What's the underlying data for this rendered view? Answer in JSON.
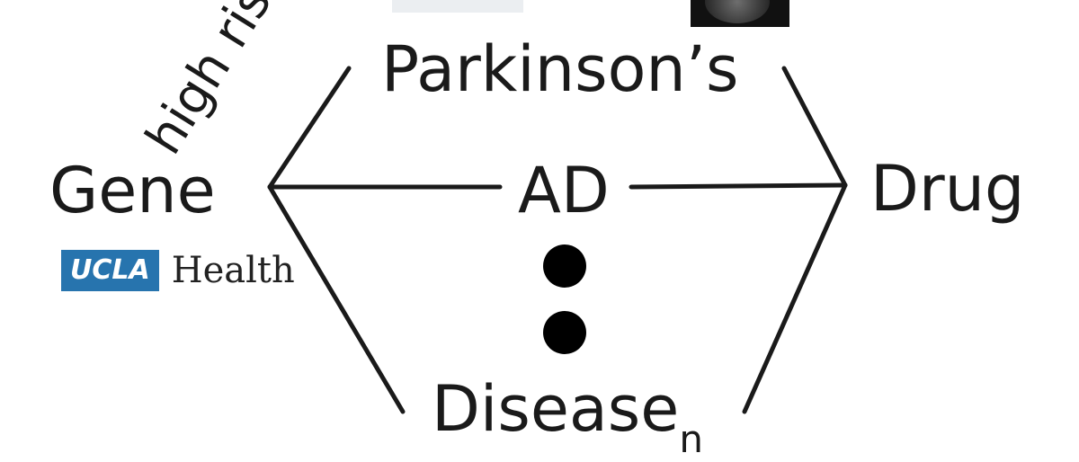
{
  "nodes": {
    "parkinsons": "Parkinson’s",
    "gene": "Gene",
    "ad": "AD",
    "drug": "Drug",
    "disease": "Disease",
    "disease_subscript": "n"
  },
  "edge_label": "high ris",
  "logo": {
    "badge_text": "UCLA",
    "word_text": "Health",
    "badge_color": "#2774ae"
  },
  "line_color": "#1a1a1a"
}
